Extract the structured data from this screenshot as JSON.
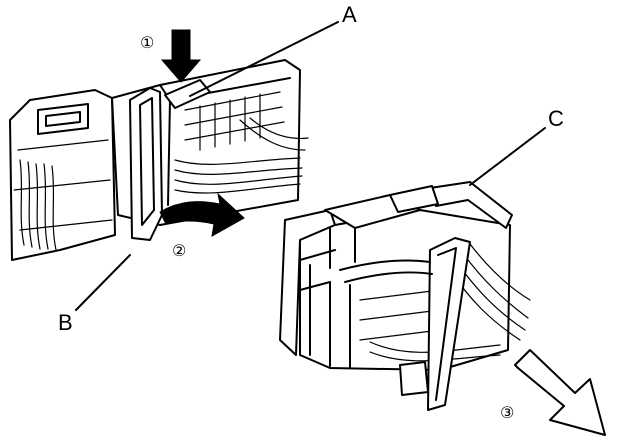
{
  "labels": {
    "a": "A",
    "b": "B",
    "c": "C"
  },
  "steps": {
    "one": "①",
    "two": "②",
    "three": "③"
  },
  "colors": {
    "ink": "#000000",
    "paper": "#ffffff"
  }
}
